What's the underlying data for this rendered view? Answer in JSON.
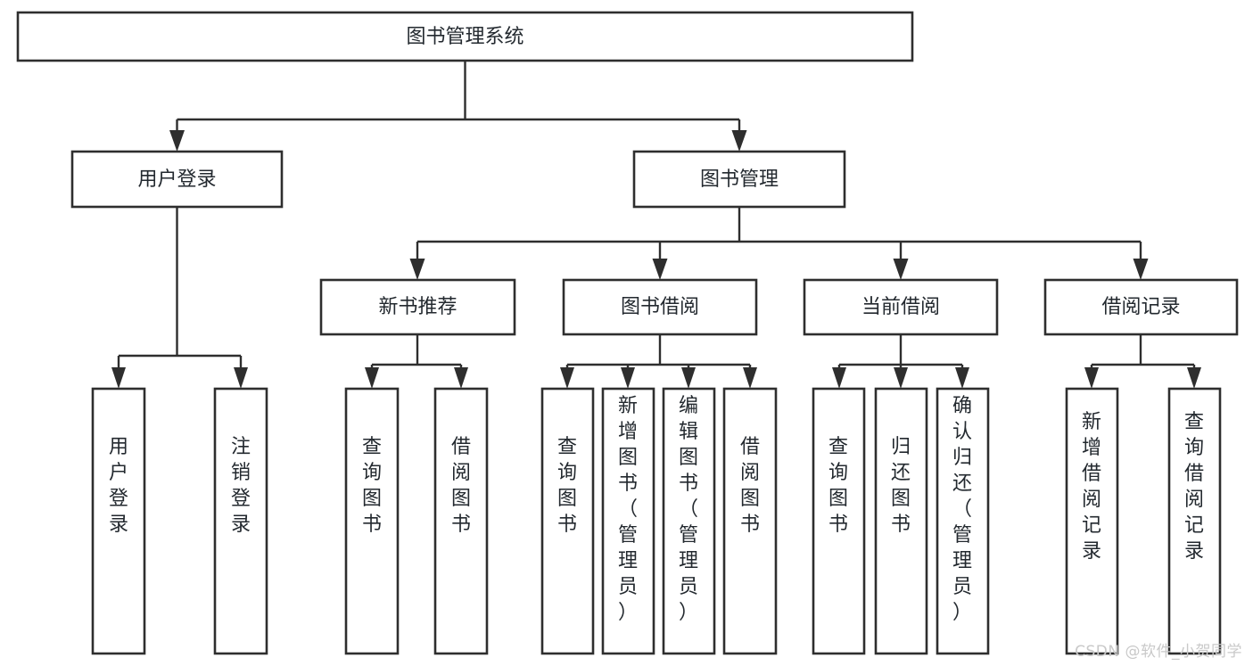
{
  "diagram": {
    "type": "tree",
    "title": "图书管理系统",
    "watermark": "CSDN @软件_小贺同学",
    "colors": {
      "box_stroke": "#2e2e2e",
      "box_fill": "#ffffff",
      "text": "#23292f",
      "connector": "#2e2e2e",
      "watermark": "#c9c9c9",
      "background": "#ffffff"
    },
    "nodes": {
      "root": {
        "label": "图书管理系统"
      },
      "level2": [
        {
          "id": "user-login",
          "label": "用户登录"
        },
        {
          "id": "book-management",
          "label": "图书管理"
        }
      ],
      "level3": [
        {
          "id": "new-book-recommend",
          "label": "新书推荐"
        },
        {
          "id": "book-borrow",
          "label": "图书借阅"
        },
        {
          "id": "current-borrow",
          "label": "当前借阅"
        },
        {
          "id": "borrow-record",
          "label": "借阅记录"
        }
      ],
      "leaves": {
        "user-login": [
          {
            "id": "leaf-user-login",
            "label": "用户登录"
          },
          {
            "id": "leaf-logout-login",
            "label": "注销登录"
          }
        ],
        "new-book-recommend": [
          {
            "id": "leaf-query-book-1",
            "label": "查询图书"
          },
          {
            "id": "leaf-borrow-book-1",
            "label": "借阅图书"
          }
        ],
        "book-borrow": [
          {
            "id": "leaf-query-book-2",
            "label": "查询图书"
          },
          {
            "id": "leaf-add-book",
            "label": "新增图书（管理员）"
          },
          {
            "id": "leaf-edit-book",
            "label": "编辑图书（管理员）"
          },
          {
            "id": "leaf-borrow-book-2",
            "label": "借阅图书"
          }
        ],
        "current-borrow": [
          {
            "id": "leaf-query-book-3",
            "label": "查询图书"
          },
          {
            "id": "leaf-return-book",
            "label": "归还图书"
          },
          {
            "id": "leaf-confirm-return",
            "label": "确认归还（管理员）"
          }
        ],
        "borrow-record": [
          {
            "id": "leaf-add-record",
            "label": "新增借阅记录"
          },
          {
            "id": "leaf-query-record",
            "label": "查询借阅记录"
          }
        ]
      }
    }
  }
}
